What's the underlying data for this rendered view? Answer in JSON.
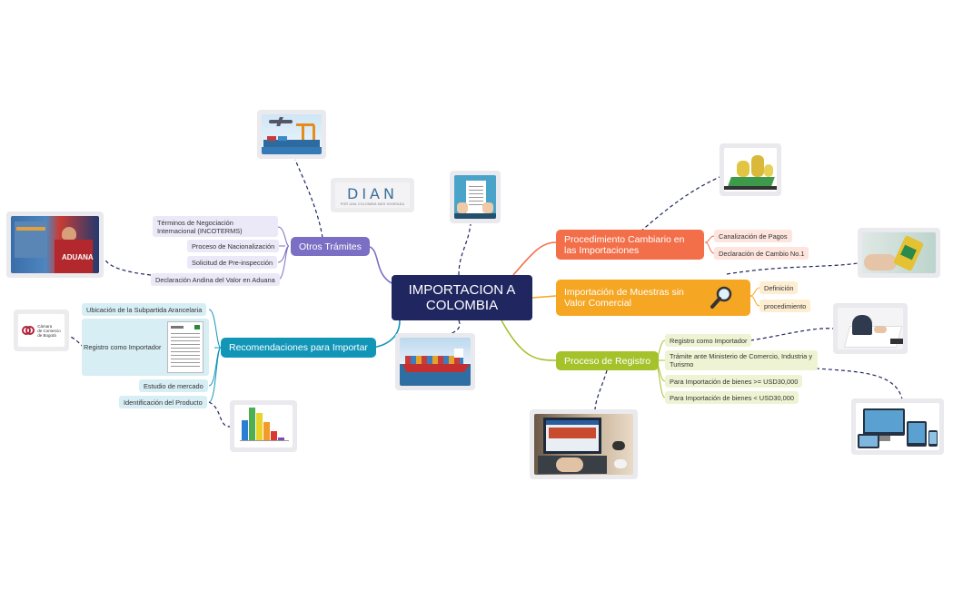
{
  "central": {
    "title": "IMPORTACION A COLOMBIA"
  },
  "branches": {
    "otros": {
      "label": "Otros Trámites",
      "color": "#7a6fc4",
      "items": [
        "Términos de Negociación Internacional (INCOTERMS)",
        "Proceso de Nacionalización",
        "Solicitud de Pre-inspección",
        "Declaración Andina del Valor en Aduana"
      ]
    },
    "recomendaciones": {
      "label": "Recomendaciones para Importar",
      "color": "#1296b8",
      "items": [
        "Ubicación de la Subpartida Arancelaria",
        "Registro como Importador",
        "Estudio de mercado",
        "Identificación del Producto"
      ]
    },
    "cambiario": {
      "label": "Procedimiento Cambiario en las Importaciones",
      "color": "#f26f4a",
      "items": [
        "Canalización de Pagos",
        "Declaración de Cambio No.1"
      ]
    },
    "muestras": {
      "label": "Importación de Muestras sin Valor Comercial",
      "color": "#f5a623",
      "items": [
        "Definición",
        "procedimiento"
      ]
    },
    "registro": {
      "label": "Proceso de Registro",
      "color": "#a5c22b",
      "items": [
        "Registro como Importador",
        "Trámite ante Ministerio de Comercio, Industria y Turismo",
        "Para Importación de bienes >= USD30,000",
        "Para Importación de bienes < USD30,000"
      ]
    }
  },
  "images": {
    "dian_logo": {
      "text": "DIAN",
      "tagline": "POR UNA COLOMBIA MÁS HONRADA"
    },
    "aduana_sign": {
      "text": "ADUANA"
    },
    "camara_logo": {
      "lines": [
        "Cámara",
        "de Comercio",
        "de Bogotá"
      ]
    }
  },
  "colors": {
    "central": "#1f2660",
    "connector": "#1f2660"
  }
}
